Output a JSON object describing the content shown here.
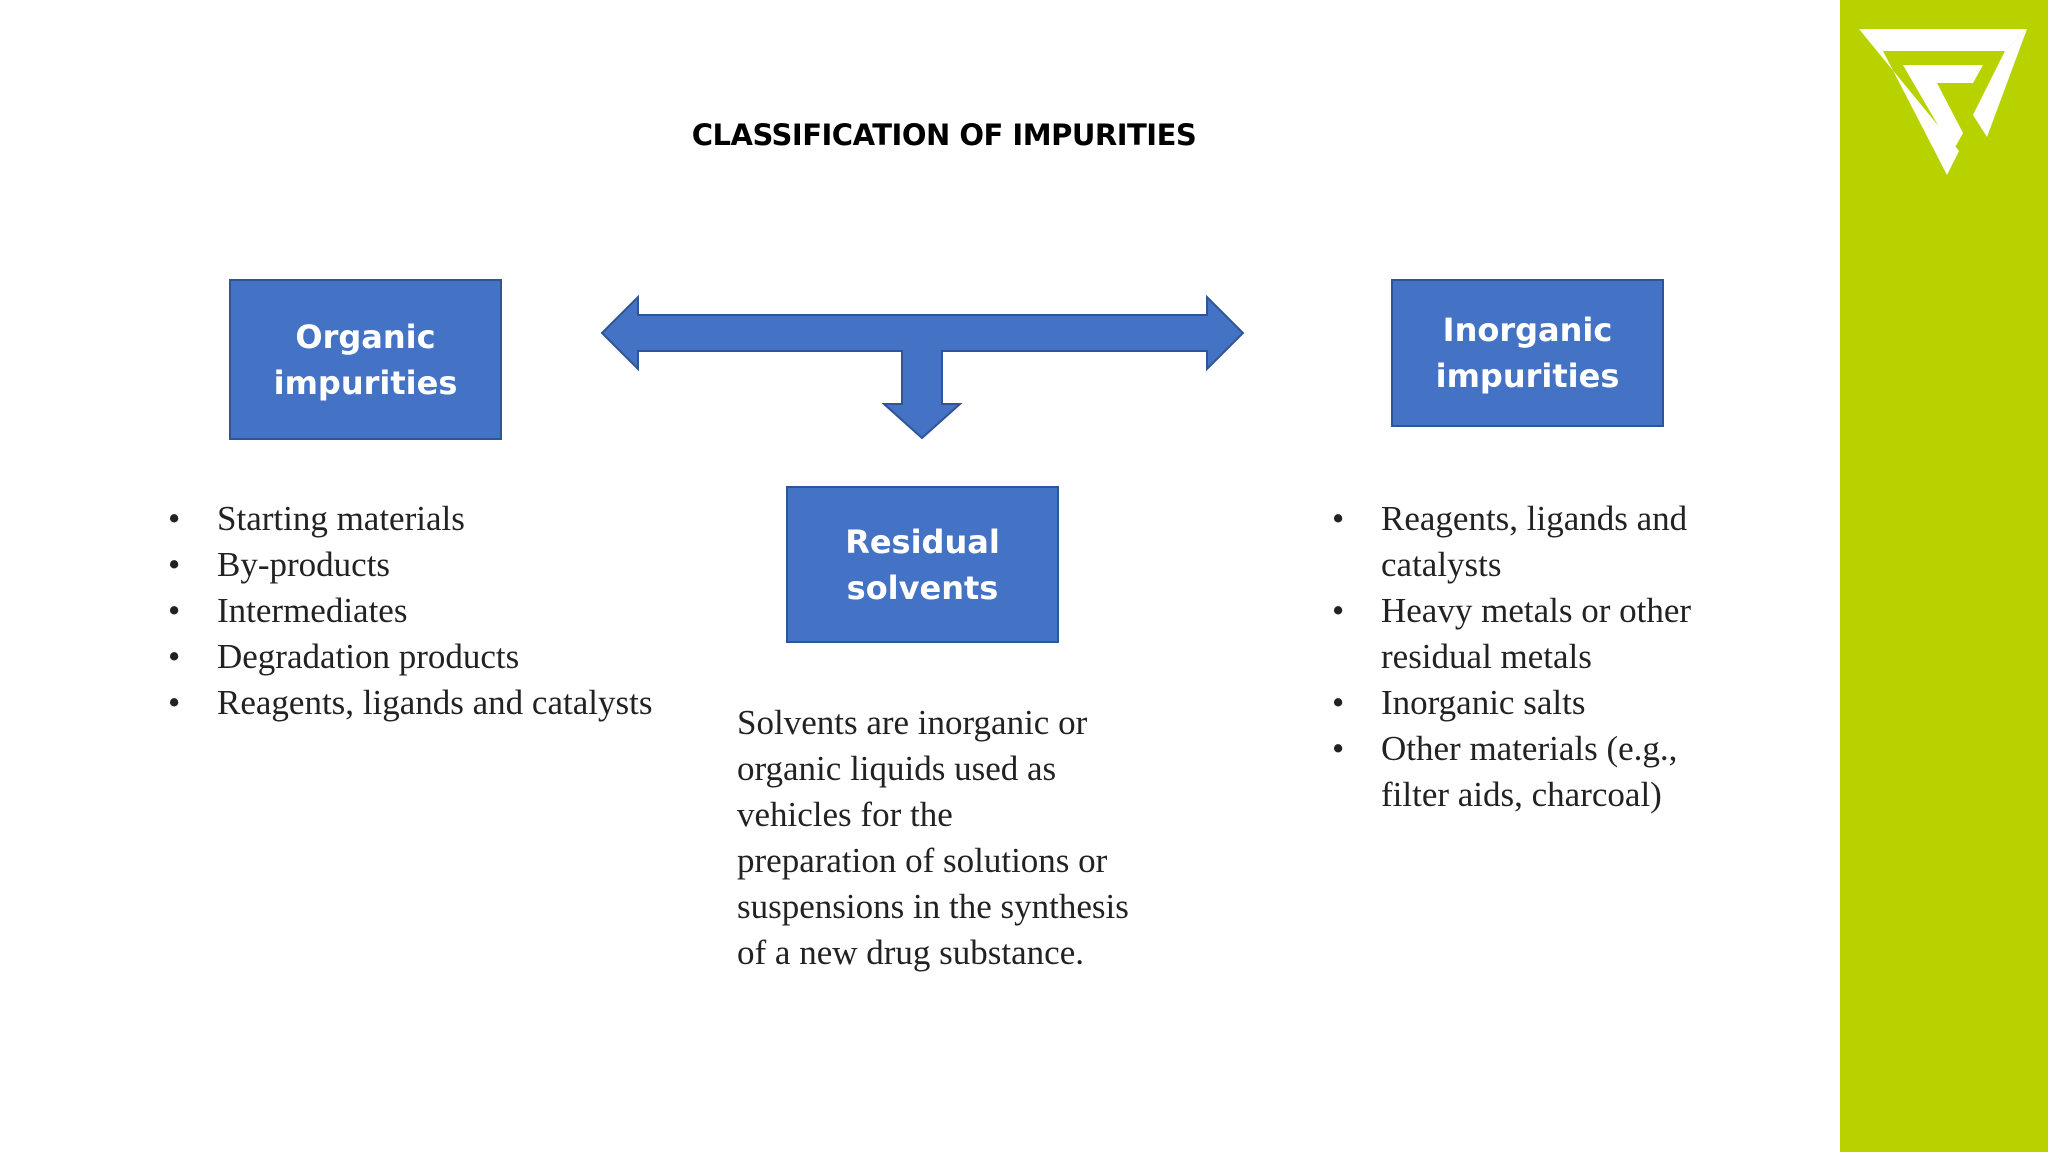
{
  "title": "CLASSIFICATION OF IMPURITIES",
  "colors": {
    "box_fill": "#4472c4",
    "box_border": "#2f5597",
    "arrow_fill": "#4472c4",
    "sidebar": "#b8d200",
    "logo": "#ffffff"
  },
  "organic": {
    "label": "Organic\nimpurities",
    "items": [
      "Starting materials",
      "By-products",
      "Intermediates",
      "Degradation products",
      "Reagents, ligands and catalysts"
    ]
  },
  "residual": {
    "label": "Residual\nsolvents",
    "description": "Solvents are inorganic or\norganic liquids used as\nvehicles for the\npreparation of solutions or\nsuspensions in the synthesis\nof a new drug substance."
  },
  "inorganic": {
    "label": "Inorganic\nimpurities",
    "items": [
      "Reagents, ligands and catalysts",
      " Heavy metals or other residual metals",
      " Inorganic salts",
      " Other materials (e.g., filter aids, charcoal)"
    ]
  },
  "icons": {
    "arrow": "three-way-arrow-icon",
    "logo": "brand-logo-icon"
  }
}
